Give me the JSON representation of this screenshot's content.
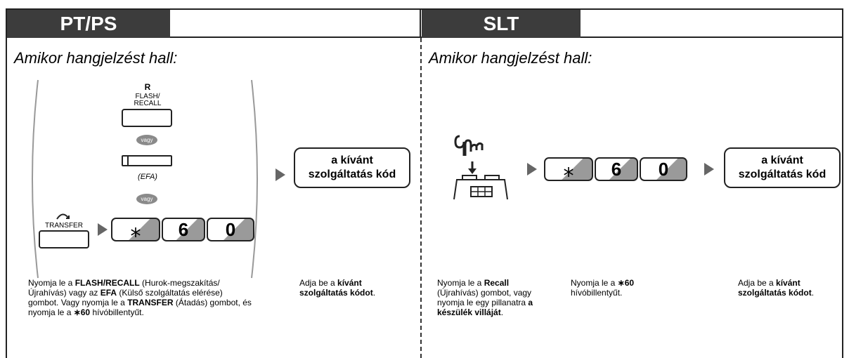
{
  "left": {
    "tab": "PT/PS",
    "heading": "Amikor hangjelzést hall:",
    "flash_key_label_r": "R",
    "flash_key_label_1": "FLASH/",
    "flash_key_label_2": "RECALL",
    "vagy1": "vagy",
    "efa_label": "(EFA)",
    "vagy2": "vagy",
    "transfer_label": "TRANSFER",
    "keys": [
      "⁎",
      "6",
      "0"
    ],
    "code_box_line1": "a kívánt",
    "code_box_line2": "szolgáltatás kód",
    "desc1": {
      "t1": "Nyomja le a ",
      "b1": "FLASH/RECALL",
      "t2": " (Hurok-megszakítás/Újrahívás) vagy az ",
      "b2": "EFA",
      "t3": " (Külső szolgáltatás elérése) gombot. Vagy nyomja le a ",
      "b3": "TRANSFER",
      "t4": " (Átadás) gombot, és nyomja le a ",
      "b4": "∗60",
      "t5": " hívóbillentyűt."
    },
    "desc2": {
      "t1": "Adja be a ",
      "b1": "kívánt szolgáltatás kódot",
      "t2": "."
    }
  },
  "right": {
    "tab": "SLT",
    "heading": "Amikor hangjelzést hall:",
    "keys": [
      "⁎",
      "6",
      "0"
    ],
    "code_box_line1": "a kívánt",
    "code_box_line2": "szolgáltatás kód",
    "desc1": {
      "t1": "Nyomja le a ",
      "b1": "Recall",
      "t2": " (Újrahívás) gombot, vagy nyomja le egy pillanatra ",
      "b2": "a készülék villáját",
      "t3": "."
    },
    "desc2": {
      "t1": "Nyomja le a ",
      "b1": "∗60",
      "t2": " hívóbillentyűt."
    },
    "desc3": {
      "t1": "Adja be a ",
      "b1": "kívánt szolgáltatás kódot",
      "t2": "."
    }
  }
}
